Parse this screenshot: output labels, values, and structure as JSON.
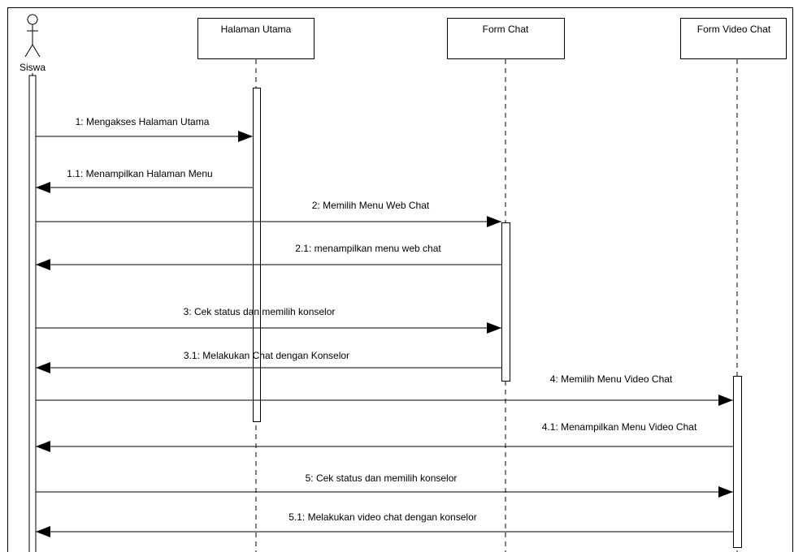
{
  "diagram": {
    "type": "sequence",
    "actor": {
      "name": "Siswa"
    },
    "lifelines": [
      {
        "id": "halaman-utama",
        "name": "Halaman Utama"
      },
      {
        "id": "form-chat",
        "name": "Form Chat"
      },
      {
        "id": "form-video-chat",
        "name": "Form Video Chat"
      }
    ],
    "messages": [
      {
        "label": "1: Mengakses Halaman Utama",
        "from": "siswa",
        "to": "halaman-utama"
      },
      {
        "label": "1.1: Menampilkan Halaman Menu",
        "from": "halaman-utama",
        "to": "siswa"
      },
      {
        "label": "2: Memilih Menu Web Chat",
        "from": "siswa",
        "to": "form-chat"
      },
      {
        "label": "2.1: menampilkan menu web chat",
        "from": "form-chat",
        "to": "siswa"
      },
      {
        "label": "3: Cek status dan memilih konselor",
        "from": "siswa",
        "to": "form-chat"
      },
      {
        "label": "3.1: Melakukan Chat dengan Konselor",
        "from": "form-chat",
        "to": "siswa"
      },
      {
        "label": "4: Memilih Menu Video Chat",
        "from": "siswa",
        "to": "form-video-chat"
      },
      {
        "label": "4.1: Menampilkan Menu Video Chat",
        "from": "form-video-chat",
        "to": "siswa"
      },
      {
        "label": "5: Cek status dan memilih konselor",
        "from": "siswa",
        "to": "form-video-chat"
      },
      {
        "label": "5.1: Melakukan video chat dengan konselor",
        "from": "form-video-chat",
        "to": "siswa"
      }
    ]
  }
}
